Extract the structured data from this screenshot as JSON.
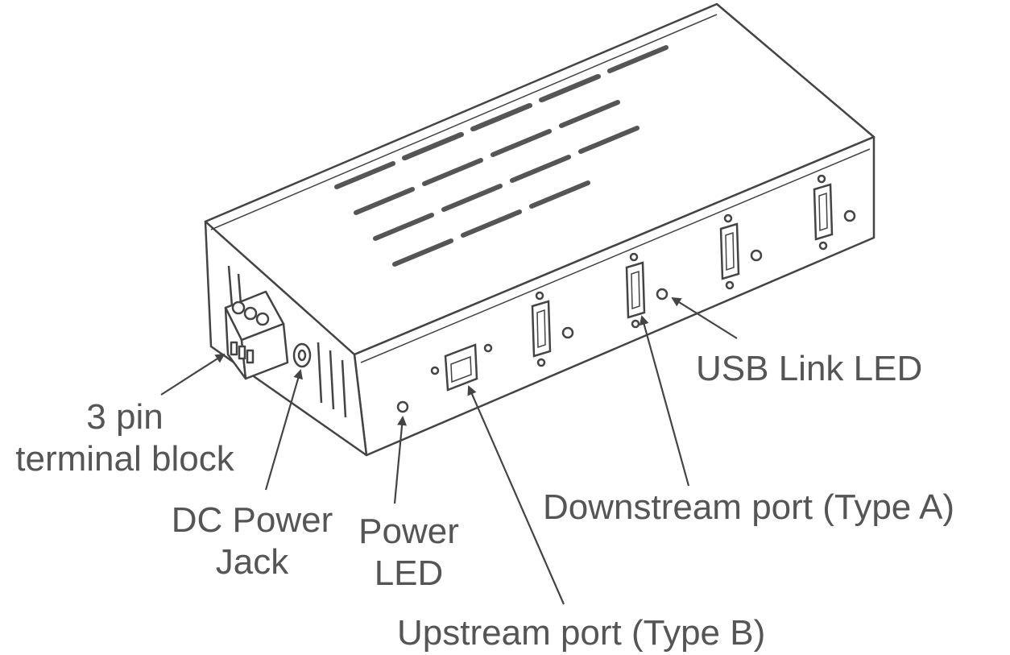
{
  "labels": {
    "terminal_block": {
      "line1": "3 pin",
      "line2": "terminal block"
    },
    "dc_power_jack": {
      "line1": "DC Power",
      "line2": "Jack"
    },
    "power_led": {
      "line1": "Power",
      "line2": "LED"
    },
    "usb_link_led": "USB Link LED",
    "downstream_port": "Downstream port (Type A)",
    "upstream_port": "Upstream port (Type B)"
  },
  "colors": {
    "stroke": "#444444",
    "text": "#555555",
    "fill": "#ffffff",
    "slot": "#555555"
  },
  "downstream_port_count": 4,
  "vent_slot_count": 19
}
